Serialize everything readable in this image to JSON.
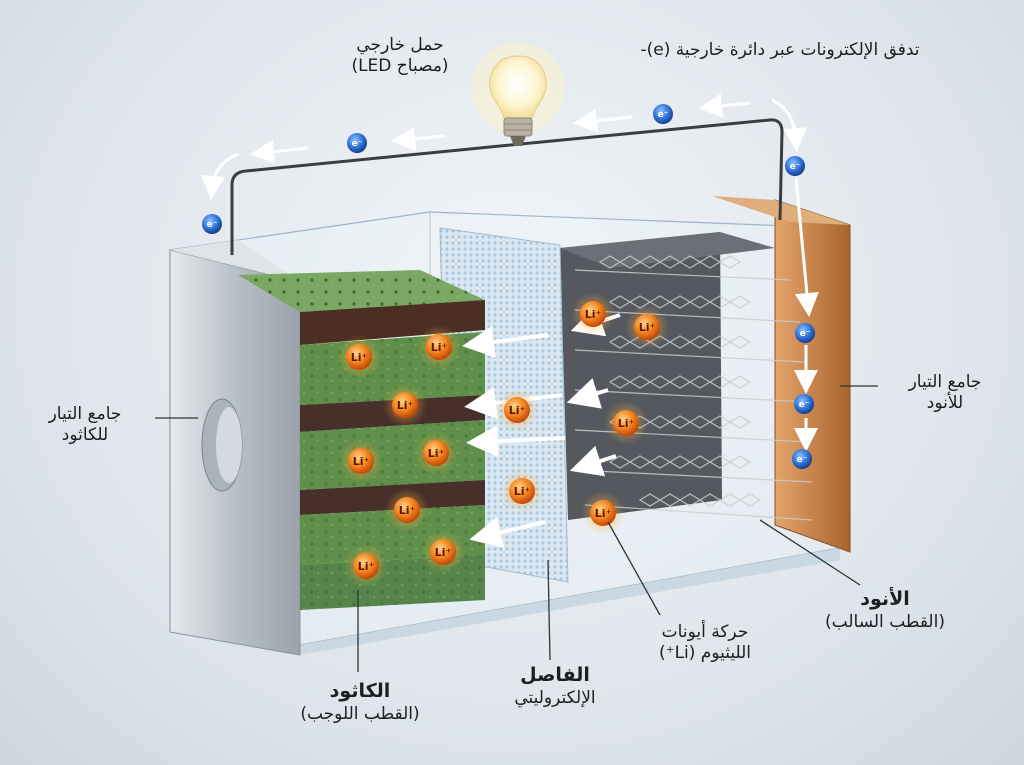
{
  "labels": {
    "electron_flow": "تدفق الإلكترونات عبر دائرة خارجية (e)-",
    "load_line1": "حمل خارجي",
    "load_line2": "(مصباح LED)",
    "cathode_collector_line1": "جامع التيار",
    "cathode_collector_line2": "للكاثود",
    "anode_collector_line1": "جامع التيار",
    "anode_collector_line2": "للأنود",
    "anode_title": "الأنود",
    "anode_sub": "(القطب السالب)",
    "ion_line1": "حركة أيونات",
    "ion_line2": "الليثيوم (Li⁺)",
    "separator_title": "الفاصل",
    "separator_sub": "الإلكتروليتي",
    "cathode_title": "الكاثود",
    "cathode_sub": "(القطب اللوجب)"
  },
  "symbols": {
    "lithium_ion": "Li⁺",
    "electron": "e⁻"
  },
  "colors": {
    "cathode_green": "#5f8f4a",
    "anode_copper": "#c9864a",
    "graphite": "#4a4d52",
    "separator_blue": "#cfe0ee",
    "ion_orange": "#f07a1c",
    "electron_blue": "#2f74d8",
    "aluminum": "#b9c0c8"
  }
}
